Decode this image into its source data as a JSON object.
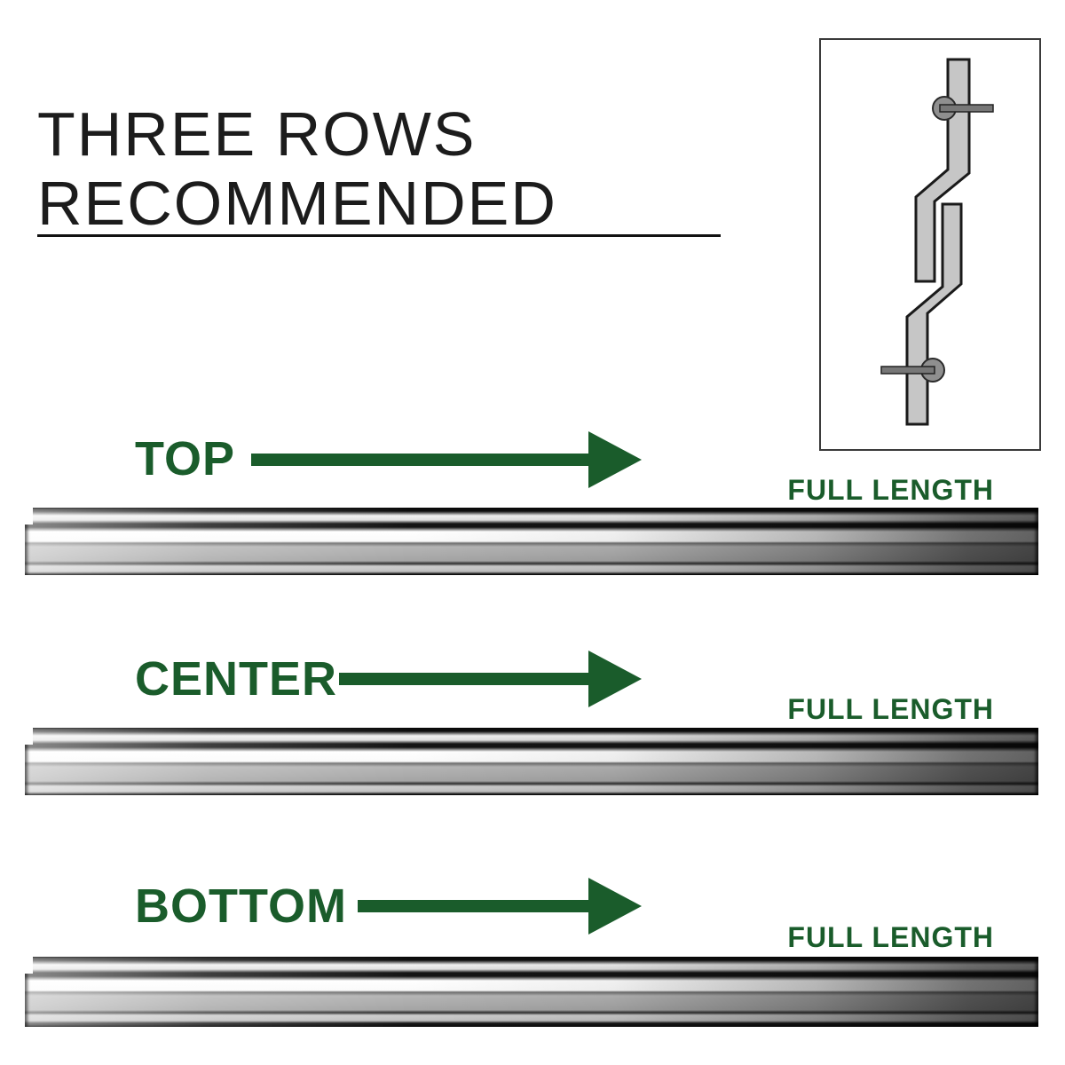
{
  "title": {
    "line1": "THREE ROWS",
    "line2": "RECOMMENDED"
  },
  "rows": [
    {
      "label": "TOP",
      "length_label": "FULL LENGTH"
    },
    {
      "label": "CENTER",
      "length_label": "FULL LENGTH"
    },
    {
      "label": "BOTTOM",
      "length_label": "FULL LENGTH"
    }
  ],
  "inset": {
    "icon": "z-clip-cross-section"
  },
  "colors": {
    "accent_green": "#1a5c2b",
    "title_text": "#1c1c1c",
    "outline": "#1a1a1a",
    "clip_fill": "#c6c6c6",
    "screw_head_fill": "#8f8f8f",
    "background": "#ffffff"
  }
}
